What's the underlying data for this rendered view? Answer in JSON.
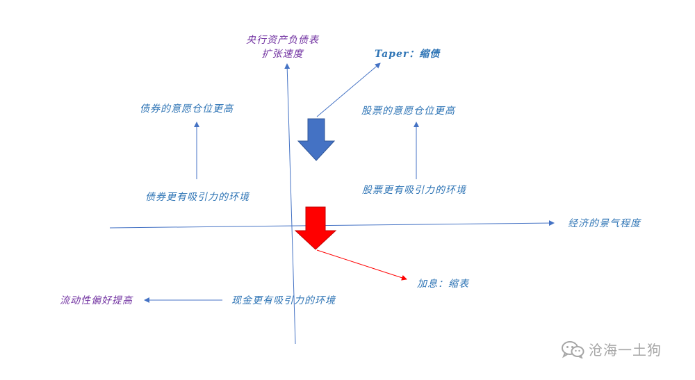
{
  "labels": {
    "central_bank_line1": "央行资产负债表",
    "central_bank_line2": "扩张速度",
    "taper": "Taper：缩债",
    "bonds_desire": "债券的意愿仓位更高",
    "stocks_desire": "股票的意愿仓位更高",
    "bonds_env": "债券更有吸引力的环境",
    "stocks_env": "股票更有吸引力的环境",
    "economy": "经济的景气程度",
    "rate_hike": "加息：缩表",
    "liquidity": "流动性偏好提高",
    "cash_env": "现金更有吸引力的环境"
  },
  "watermark": {
    "text": "沧海一土狗",
    "icon": "wechat-icon"
  },
  "colors": {
    "axis": "#4472c4",
    "blue_arrow": "#4472c4",
    "red_arrow": "#ff0000",
    "purple_text": "#7030a0",
    "blue_text": "#2e74b5",
    "watermark": "#a6a6a6"
  }
}
